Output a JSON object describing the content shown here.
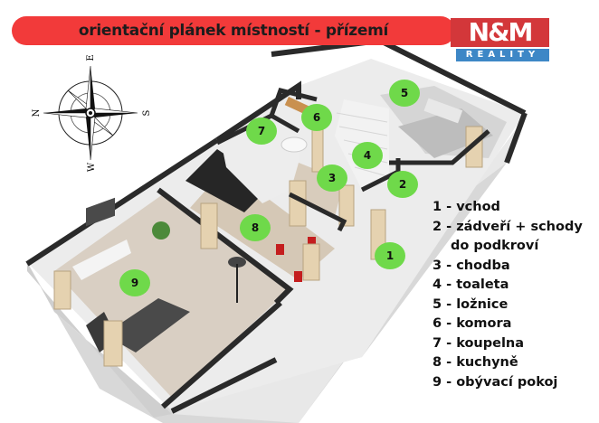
{
  "header": {
    "title": "orientační plánek místností - přízemí",
    "title_bg_color": "#f23a3a"
  },
  "logo": {
    "brand": "N&M",
    "subtitle": "REALITY",
    "brand_color": "#d3373a",
    "subtitle_bg_color": "#3d87c6"
  },
  "compass": {
    "top": "E",
    "left": "N",
    "right": "S",
    "bottom": "W"
  },
  "badges": {
    "color": "#6fd94a",
    "items": [
      {
        "num": "1"
      },
      {
        "num": "2"
      },
      {
        "num": "3"
      },
      {
        "num": "4"
      },
      {
        "num": "5"
      },
      {
        "num": "6"
      },
      {
        "num": "7"
      },
      {
        "num": "8"
      },
      {
        "num": "9"
      }
    ]
  },
  "legend": {
    "items": [
      {
        "label": "1 - vchod"
      },
      {
        "label": "2 - zádveří + schody"
      },
      {
        "label": "do podkroví"
      },
      {
        "label": "3 - chodba"
      },
      {
        "label": "4 - toaleta"
      },
      {
        "label": "5 - ložnice"
      },
      {
        "label": "6 - komora"
      },
      {
        "label": "7 - koupelna"
      },
      {
        "label": "8 - kuchyně"
      },
      {
        "label": "9 - obývací pokoj"
      }
    ]
  }
}
